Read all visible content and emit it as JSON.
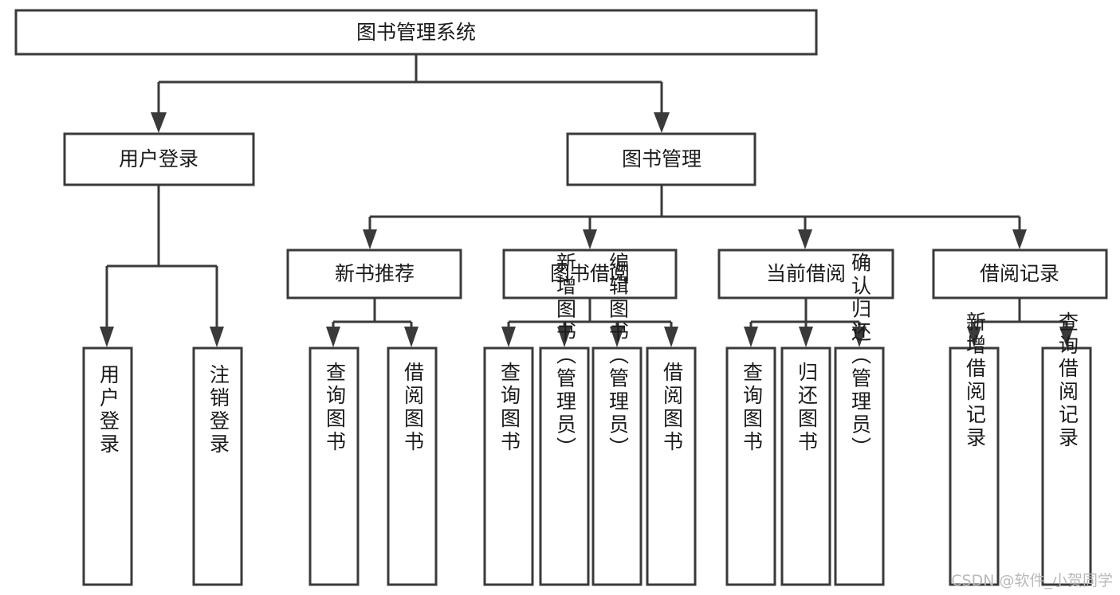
{
  "diagram": {
    "title": "图书管理系统",
    "type": "tree-hierarchy-chart",
    "orientation": "top-down",
    "colors": {
      "box_stroke": "#3a3a3a",
      "box_fill": "#ffffff",
      "connector": "#3a3a3a",
      "text": "#1b1b1b",
      "background": "#ffffff",
      "watermark": "#b9b9b9"
    },
    "root": {
      "label": "图书管理系统"
    },
    "level2": [
      {
        "label": "用户登录"
      },
      {
        "label": "图书管理"
      }
    ],
    "level3": [
      {
        "label": "新书推荐"
      },
      {
        "label": "图书借阅"
      },
      {
        "label": "当前借阅"
      },
      {
        "label": "借阅记录"
      }
    ],
    "leaves": {
      "user_login": [
        {
          "label": "用户登录"
        },
        {
          "label": "注销登录"
        }
      ],
      "new_book_recommend": [
        {
          "label": "查询图书"
        },
        {
          "label": "借阅图书"
        }
      ],
      "book_borrow": [
        {
          "label": "查询图书"
        },
        {
          "label": "新增图书（管理员）"
        },
        {
          "label": "编辑图书（管理员）"
        },
        {
          "label": "借阅图书"
        }
      ],
      "current_borrow": [
        {
          "label": "查询图书"
        },
        {
          "label": "归还图书"
        },
        {
          "label": "确认归还（管理员）"
        }
      ],
      "borrow_record": [
        {
          "label": "新增借阅记录"
        },
        {
          "label": "查询借阅记录"
        }
      ]
    }
  },
  "watermark": {
    "text": "CSDN @软件_小贺同学"
  }
}
